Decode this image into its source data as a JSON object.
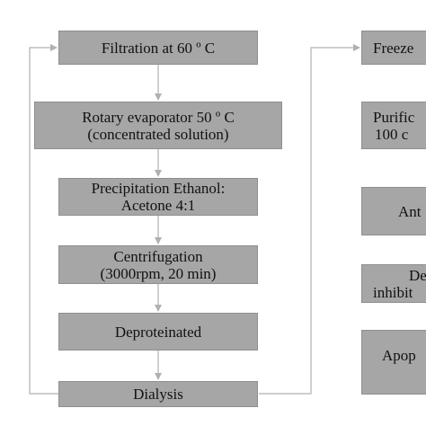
{
  "left_column": [
    {
      "id": "filtration",
      "lines": [
        "Filtration at 60 º C"
      ]
    },
    {
      "id": "rotary",
      "lines": [
        "Rotary evaporator 50 º C",
        "(concentrated solution)"
      ]
    },
    {
      "id": "precipitation",
      "lines": [
        "Precipitation Ethanol:",
        "Acetone 4:1"
      ]
    },
    {
      "id": "centrifugation",
      "lines": [
        "Centrifugation",
        "(3000rpm, 20 min)"
      ]
    },
    {
      "id": "deproteinated",
      "lines": [
        "Deproteinated"
      ]
    },
    {
      "id": "dialysis",
      "lines": [
        "Dialysis"
      ]
    }
  ],
  "right_column": [
    {
      "id": "freeze",
      "lines": [
        "Freeze"
      ]
    },
    {
      "id": "purification",
      "lines": [
        "Purific",
        "100 c"
      ]
    },
    {
      "id": "anti",
      "lines": [
        "Ant"
      ]
    },
    {
      "id": "inhibition",
      "lines": [
        "De",
        "inhibit"
      ]
    },
    {
      "id": "apoptosis",
      "lines": [
        "Apop"
      ]
    }
  ],
  "colors": {
    "box_fill": "#a6a6a6",
    "connector": "#b0b0b0"
  }
}
